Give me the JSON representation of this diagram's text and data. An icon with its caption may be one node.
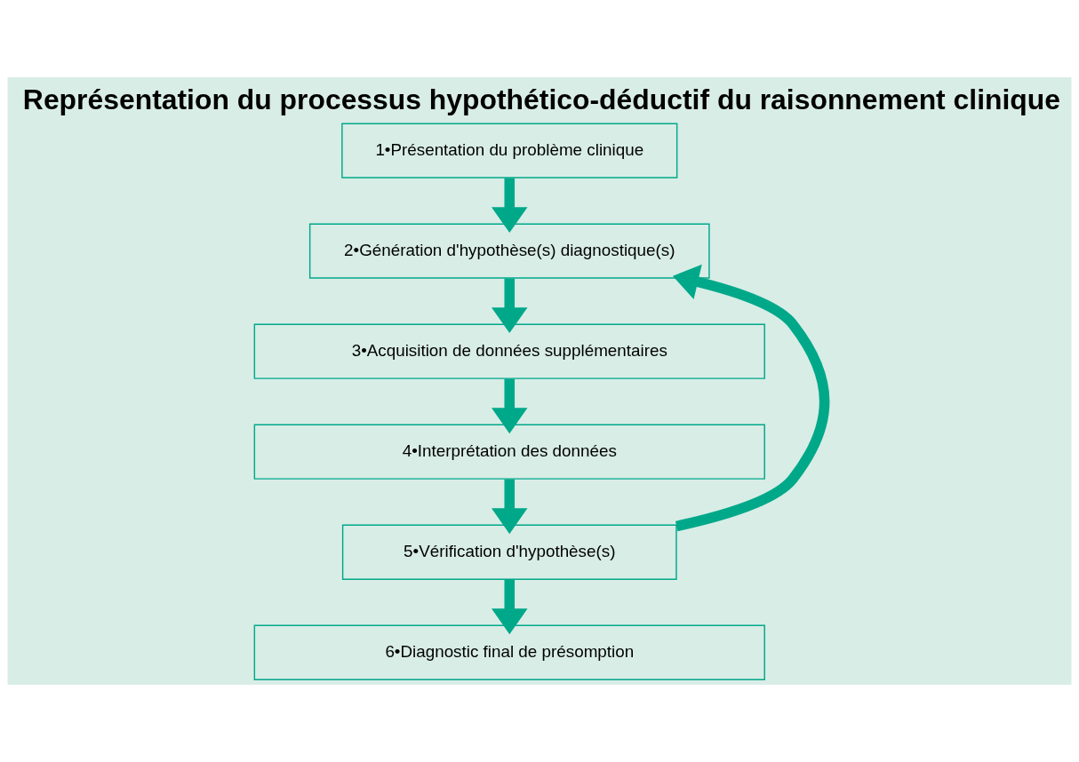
{
  "diagram": {
    "title": "Représentation du processus hypothético-déductif du raisonnement clinique",
    "nodes": [
      {
        "text": [
          "1•Présentation du problème clinique"
        ]
      },
      {
        "text": [
          "2•Génération d'hypothèse(s) diagnostique(s)"
        ]
      },
      {
        "text": [
          "3•Acquisition de données supplémentaires"
        ]
      },
      {
        "text": [
          "4•Interprétation des données"
        ]
      },
      {
        "text": [
          "5•Vérification d'hypothèse(s)"
        ]
      },
      {
        "text": [
          "6•Diagnostic final de présomption"
        ]
      }
    ],
    "edges": [
      {
        "from": 0,
        "to": 1,
        "arrow": "to"
      },
      {
        "from": 1,
        "to": 2,
        "arrow": "to"
      },
      {
        "from": 2,
        "to": 3,
        "arrow": "to"
      },
      {
        "from": 3,
        "to": 4,
        "arrow": "to"
      },
      {
        "from": 4,
        "to": 1,
        "arrow": "to"
      },
      {
        "from": 4,
        "to": 5,
        "arrow": "to"
      }
    ]
  }
}
